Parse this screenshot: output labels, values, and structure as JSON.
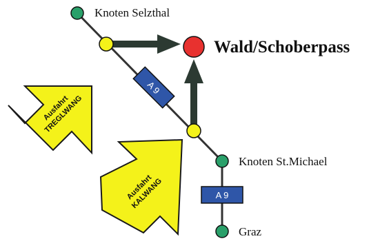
{
  "destination": {
    "name": "Wald/Schoberpass",
    "color": "#e8312f"
  },
  "nodes": {
    "knoten_selzthal": "Knoten Selzthal",
    "knoten_st_michael": "Knoten St.Michael",
    "graz": "Graz"
  },
  "exits": {
    "treglwang": {
      "line1": "Ausfahrt",
      "line2": "TREGLWANG"
    },
    "kalwang": {
      "line1": "Ausfahrt",
      "line2": "KALWANG"
    }
  },
  "road_shields": {
    "upper": "A 9",
    "lower": "A 9"
  },
  "colors": {
    "node_green": "#2aa06a",
    "exit_yellow": "#f4f21a",
    "shield_blue": "#2f56a8",
    "route_arrow": "#2c3a32",
    "road_line": "#333333"
  }
}
